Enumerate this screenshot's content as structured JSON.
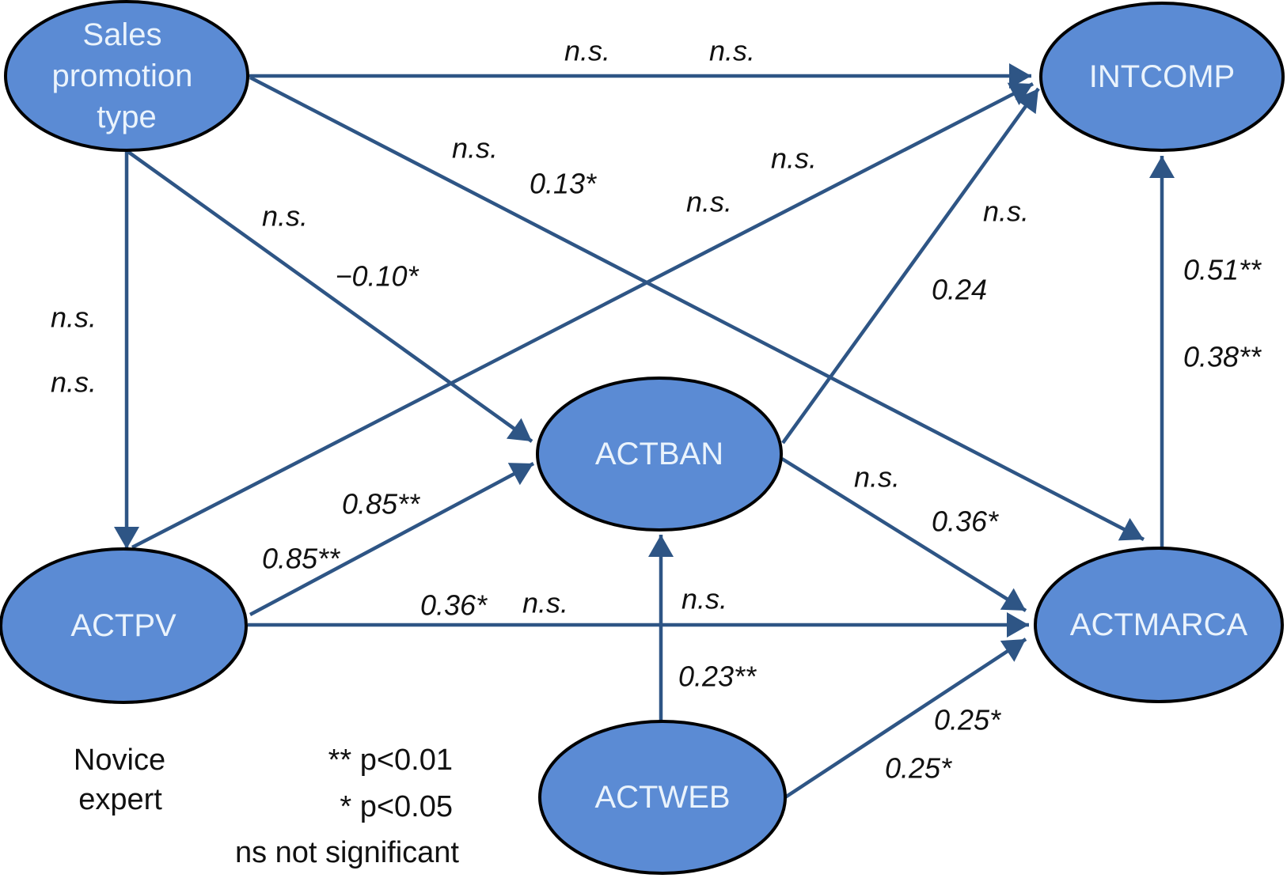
{
  "figure": {
    "type": "path-diagram",
    "description": "Structural model with path coefficients for two groups"
  },
  "colors": {
    "background": "#ffffff",
    "node_fill": "#5b8bd4",
    "node_border": "#000000",
    "connector": "#2e5585",
    "node_text": "#eaf3fc",
    "label_text": "#111111"
  },
  "nodes": {
    "sales": {
      "label_lines": [
        "Sales",
        "promotion",
        "type"
      ]
    },
    "intcomp": {
      "label": "INTCOMP"
    },
    "actban": {
      "label": "ACTBAN"
    },
    "actpv": {
      "label": "ACTPV"
    },
    "actmarca": {
      "label": "ACTMARCA"
    },
    "actweb": {
      "label": "ACTWEB"
    }
  },
  "edges": {
    "sales_intcomp": {
      "from": "Sales promotion type",
      "to": "INTCOMP",
      "labels": [
        "n.s.",
        "n.s."
      ]
    },
    "sales_actmarca": {
      "from": "Sales promotion type",
      "to": "ACTMARCA",
      "labels": [
        "n.s.",
        "0.13*"
      ]
    },
    "sales_actban": {
      "from": "Sales promotion type",
      "to": "ACTBAN",
      "labels": [
        "n.s.",
        "−0.10*"
      ]
    },
    "sales_actpv": {
      "from": "Sales promotion type",
      "to": "ACTPV",
      "labels": [
        "n.s.",
        "n.s."
      ]
    },
    "actpv_intcomp": {
      "from": "ACTPV",
      "to": "INTCOMP",
      "labels": [
        "n.s.",
        "n.s."
      ]
    },
    "actpv_actban": {
      "from": "ACTPV",
      "to": "ACTBAN",
      "labels": [
        "0.85**",
        "0.85**"
      ]
    },
    "actpv_actmarca": {
      "from": "ACTPV",
      "to": "ACTMARCA",
      "labels": [
        "0.36*",
        "n.s."
      ]
    },
    "actban_intcomp": {
      "from": "ACTBAN",
      "to": "INTCOMP",
      "labels": [
        "n.s.",
        "0.24"
      ]
    },
    "actban_actmarca": {
      "from": "ACTBAN",
      "to": "ACTMARCA",
      "labels": [
        "n.s.",
        "0.36*"
      ]
    },
    "actweb_actban": {
      "from": "ACTWEB",
      "to": "ACTBAN",
      "labels": [
        "n.s.",
        "0.23**"
      ]
    },
    "actweb_actmarca": {
      "from": "ACTWEB",
      "to": "ACTMARCA",
      "labels": [
        "0.25*",
        "0.25*"
      ]
    },
    "actmarca_intcomp": {
      "from": "ACTMARCA",
      "to": "INTCOMP",
      "labels": [
        "0.51**",
        "0.38**"
      ]
    }
  },
  "group_note": {
    "line1": "Novice",
    "line2": "expert"
  },
  "legend": {
    "line1": "** p<0.01",
    "line2": "* p<0.05",
    "line3": "ns not significant"
  }
}
